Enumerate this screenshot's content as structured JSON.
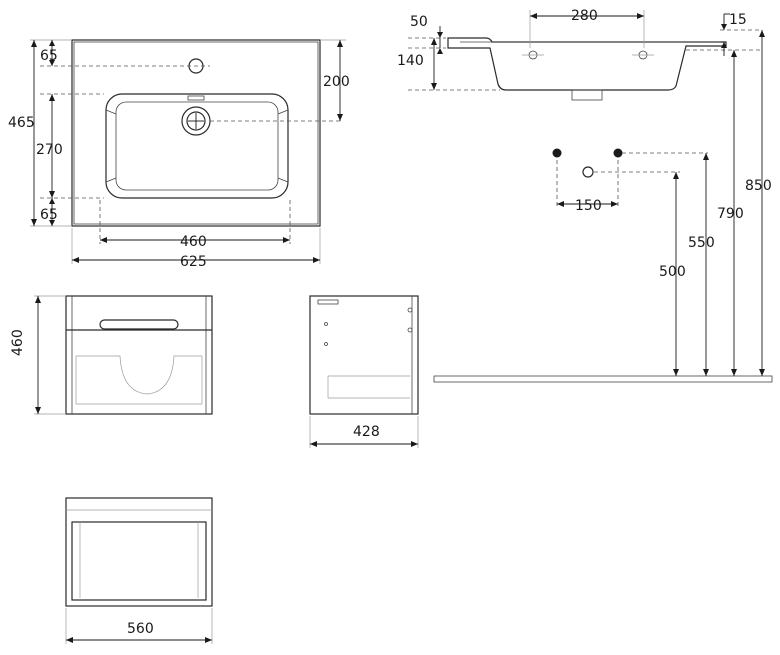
{
  "dimensions": {
    "top_view": {
      "tap_hole_offset": "65",
      "overall_depth": "465",
      "bowl_depth": "270",
      "front_offset": "65",
      "drain_position": "200",
      "bowl_width": "460",
      "overall_width": "625"
    },
    "side_view": {
      "rim_thickness": "50",
      "overall_height": "140",
      "bracket_spacing": "280",
      "back_edge": "15"
    },
    "installation": {
      "bracket_spacing": "150",
      "bracket_height": "550",
      "drain_height": "500",
      "basin_top_height": "790",
      "overall_height": "850"
    },
    "cabinet": {
      "height": "460",
      "depth": "428",
      "width": "560"
    }
  }
}
